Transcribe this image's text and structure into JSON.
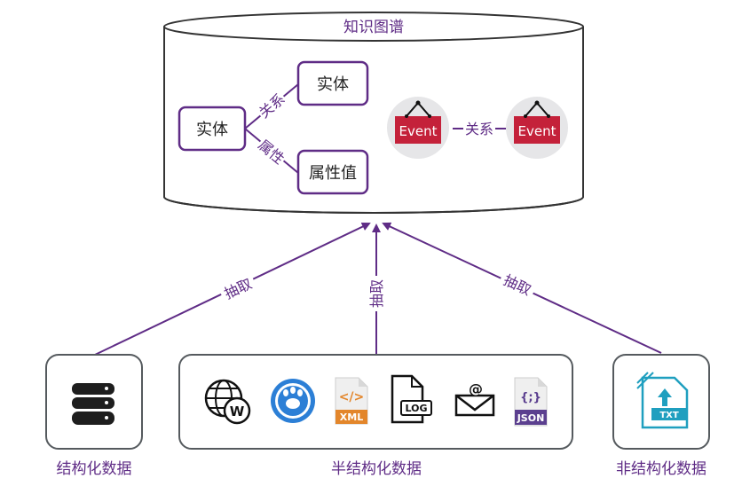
{
  "kg": {
    "title": "知识图谱",
    "entity_a": "实体",
    "entity_b": "实体",
    "attr_value": "属性值",
    "rel_label": "关系",
    "attr_label": "属性",
    "event_a": "Event",
    "event_b": "Event",
    "event_rel_label": "关系"
  },
  "arrows": {
    "left": "抽取",
    "middle": "抽取",
    "right": "抽取"
  },
  "sources": {
    "structured": "结构化数据",
    "semi": "半结构化数据",
    "unstructured": "非结构化数据"
  },
  "semi_icons": {
    "xml": "XML",
    "log": "LOG",
    "json": "JSON",
    "json_glyph": "{;}"
  },
  "txt_icon": "TXT",
  "colors": {
    "purple": "#5f2c86",
    "event_red": "#c4213a",
    "event_circle": "#e6e6e8",
    "box_border": "#555a5e",
    "xml_orange": "#e3862b"
  }
}
